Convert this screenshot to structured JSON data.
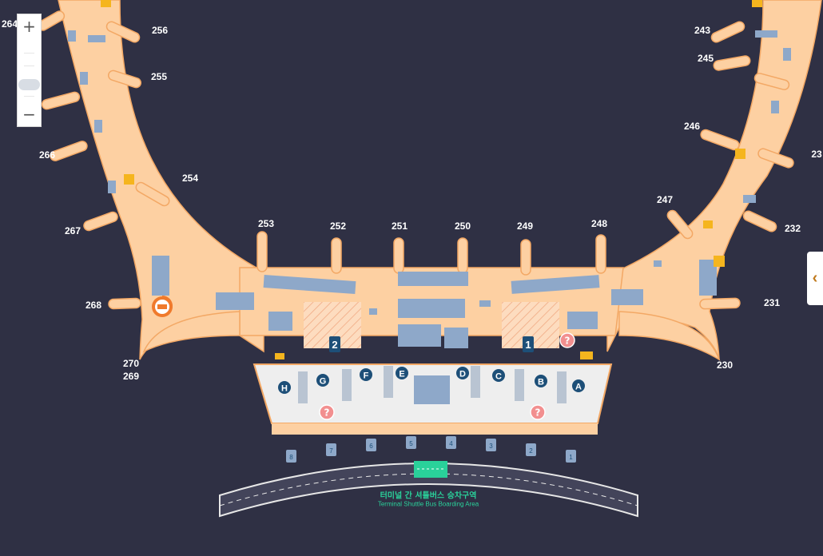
{
  "colors": {
    "background": "#2f3044",
    "terminal": "#fdd0a2",
    "terminal_outline": "#f3a865",
    "shop": "#8ea8c9",
    "gate_area": "#eeeeee",
    "letter_circle": "#1d4f78",
    "info_circle": "#f28f8f",
    "stair_yellow": "#f5b51e",
    "bus_green": "#2ad19a",
    "road": "#43445a",
    "road_edge": "#e7e7e7",
    "poi_orange": "#f07a2c"
  },
  "gate_labels": {
    "g264": "264",
    "g256": "256",
    "g255": "255",
    "g266": "266",
    "g254": "254",
    "g267": "267",
    "g268": "268",
    "g270": "270",
    "g269": "269",
    "g253": "253",
    "g252": "252",
    "g251": "251",
    "g250": "250",
    "g249": "249",
    "g248": "248",
    "g243": "243",
    "g245": "245",
    "g246": "246",
    "g233": "23",
    "g247": "247",
    "g232": "232",
    "g231": "231",
    "g230": "230"
  },
  "checkin_rows": [
    "H",
    "G",
    "F",
    "E",
    "D",
    "C",
    "B",
    "A"
  ],
  "exits": [
    "8",
    "7",
    "6",
    "5",
    "4",
    "3",
    "2",
    "1"
  ],
  "floor_markers": [
    "2",
    "1"
  ],
  "bus_area": {
    "label_ko": "터미널 간 셔틀버스 승차구역",
    "label_en": "Terminal Shuttle Bus Boarding Area"
  },
  "zoom": {
    "in_label": "+",
    "out_label": "−"
  },
  "side_tab": {
    "label": "‹"
  },
  "icons": {
    "zoom_in": "plus-icon",
    "zoom_out": "minus-icon",
    "side_tab": "chevron-left-icon",
    "info": "question-icon",
    "poi": "restaurant-pin-icon",
    "stairs": "escalator-icon"
  }
}
